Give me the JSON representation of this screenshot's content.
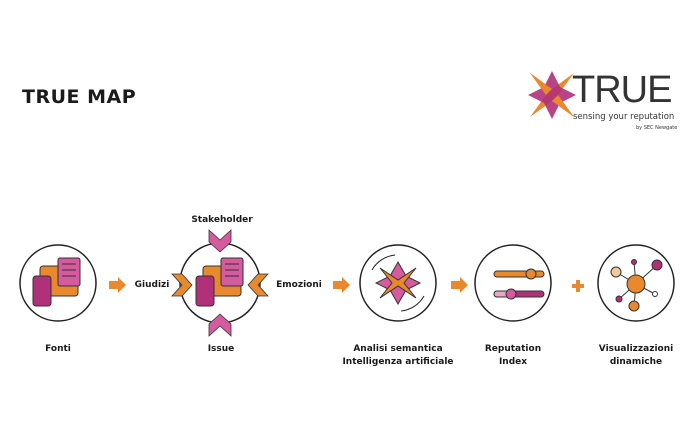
{
  "title": "TRUE MAP",
  "logo": {
    "word": "TRUE",
    "tagline": "sensing your reputation",
    "by": "by SEC Newgate"
  },
  "steps": {
    "fonti": "Fonti",
    "giudizi": "Giudizi",
    "emozioni": "Emozioni",
    "stakeholder": "Stakeholder",
    "issue": "Issue",
    "analisi_1": "Analisi semantica",
    "analisi_2": "Intelligenza artificiale",
    "reputation_1": "Reputation",
    "reputation_2": "Index",
    "vis_1": "Visualizzazioni",
    "vis_2": "dinamiche"
  },
  "colors": {
    "orange": "#E8892E",
    "magenta": "#B0307A",
    "pink": "#D65A9E",
    "dark": "#1a1a1a"
  }
}
